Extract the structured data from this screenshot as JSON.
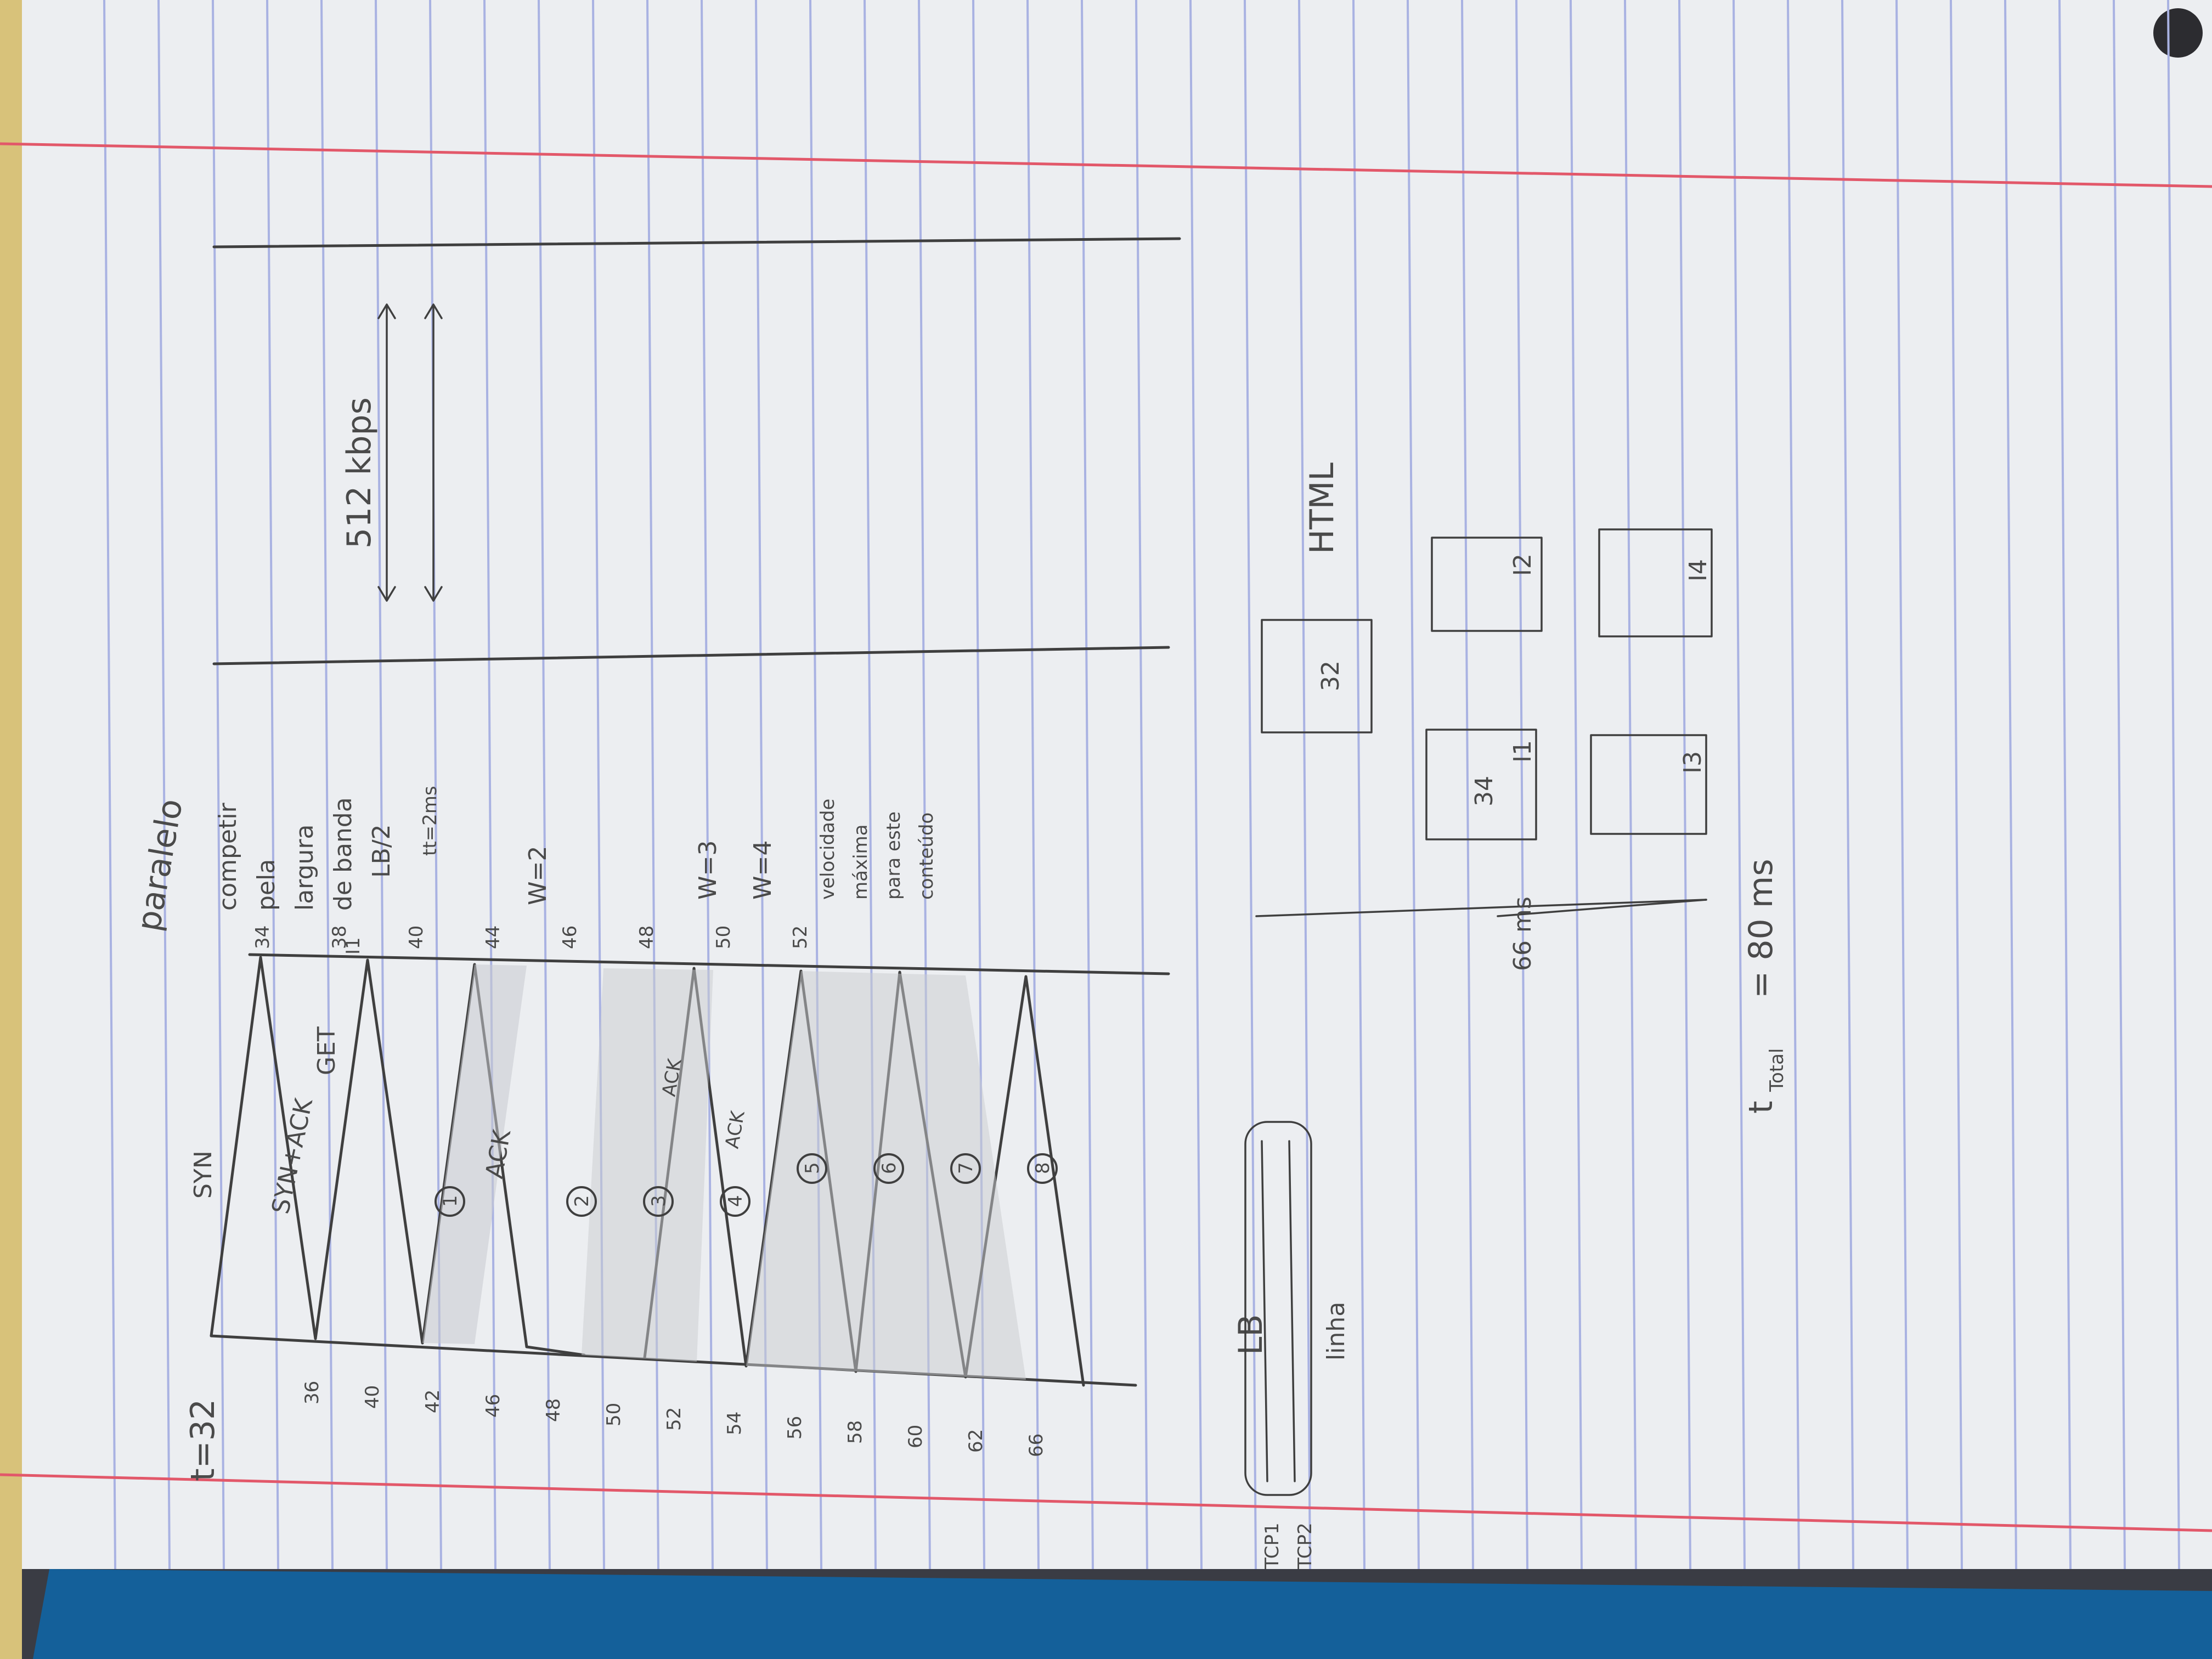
{
  "photo": {
    "colors": {
      "paper": "#eceef1",
      "rule_line": "#a9b2e2",
      "margin_line": "#e2586a",
      "pencil": "#3f3f3f",
      "binder_blue": "#14609a",
      "backdrop": "#3a3c44"
    }
  },
  "notes": {
    "start_label": "t=32",
    "paralelo_label": "paralelo",
    "messages": [
      "SYN",
      "SYN+ACK",
      "GET",
      "ACK",
      "ACK",
      "ACK"
    ],
    "time_marks_left": [
      "36",
      "40",
      "42",
      "46",
      "48",
      "50",
      "52",
      "54",
      "56",
      "58",
      "60",
      "62",
      "66"
    ],
    "time_marks_right": [
      "34",
      "38",
      "40",
      "44",
      "46",
      "48",
      "50",
      "52"
    ],
    "marker_i1": "I1",
    "window_labels": [
      "W=2",
      "W=3",
      "W=4"
    ],
    "tt_label": "tt=2ms",
    "segment_numbers": [
      "1",
      "2",
      "3",
      "4",
      "5",
      "6",
      "7",
      "8"
    ],
    "note_competir": [
      "competir",
      "pela",
      "largura",
      "de banda",
      "LB/2"
    ],
    "note_velocidade": [
      "velocidade",
      "máxima",
      "para este",
      "conteúdo"
    ],
    "bandwidth_label": "512 kbps",
    "lb_label": "LB",
    "tcp_labels": [
      "TCP1",
      "TCP2"
    ],
    "linha_label": "linha",
    "boxes": [
      "32",
      "HTML",
      "34",
      "I1",
      "I2",
      "I3",
      "I4"
    ],
    "time_66": "66 ms",
    "t_total": "t",
    "t_total_sub": "Total",
    "t_total_value": "= 80 ms"
  }
}
